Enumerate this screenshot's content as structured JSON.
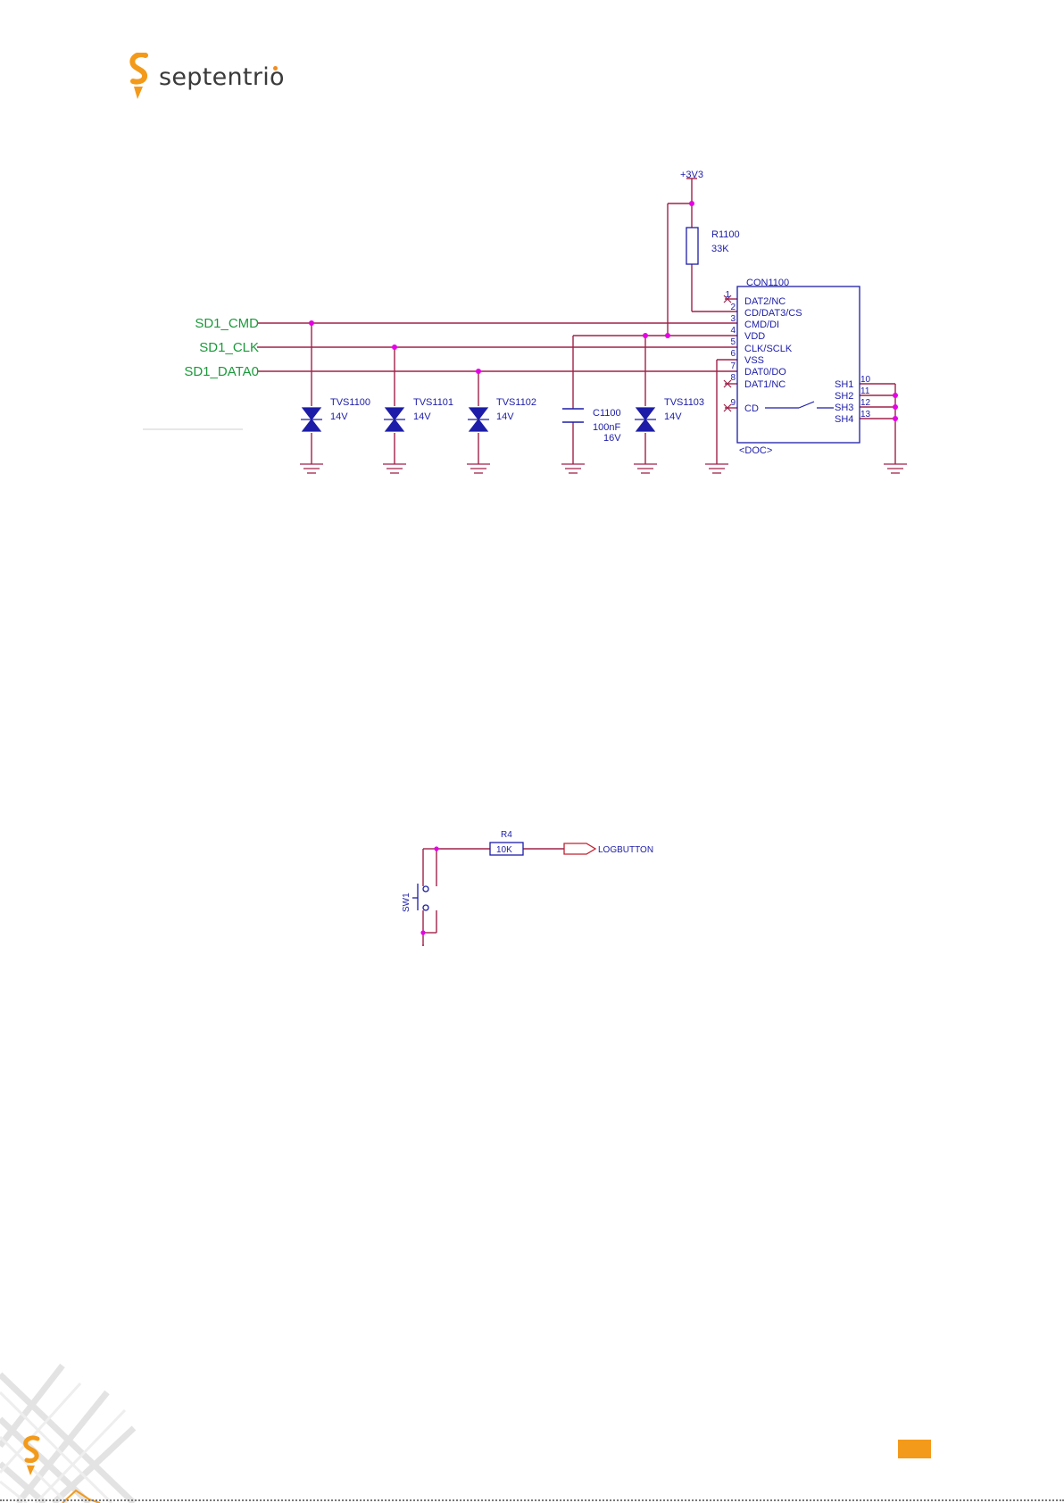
{
  "header": {
    "logo_text": "septentrio"
  },
  "sd_schematic": {
    "net_labels": {
      "cmd": "SD1_CMD",
      "clk": "SD1_CLK",
      "data0": "SD1_DATA0"
    },
    "supply": "+3V3",
    "resistor": {
      "ref": "R1100",
      "value": "33K"
    },
    "tvs": [
      {
        "ref": "TVS1100",
        "value": "14V"
      },
      {
        "ref": "TVS1101",
        "value": "14V"
      },
      {
        "ref": "TVS1102",
        "value": "14V"
      },
      {
        "ref": "TVS1103",
        "value": "14V"
      }
    ],
    "capacitor": {
      "ref": "C1100",
      "value": "100nF",
      "voltage": "16V"
    },
    "connector": {
      "ref": "CON1100",
      "doc": "<DOC>",
      "pins": [
        {
          "num": "1",
          "name": "DAT2/NC"
        },
        {
          "num": "2",
          "name": "CD/DAT3/CS"
        },
        {
          "num": "3",
          "name": "CMD/DI"
        },
        {
          "num": "4",
          "name": "VDD"
        },
        {
          "num": "5",
          "name": "CLK/SCLK"
        },
        {
          "num": "6",
          "name": "VSS"
        },
        {
          "num": "7",
          "name": "DAT0/DO"
        },
        {
          "num": "8",
          "name": "DAT1/NC"
        },
        {
          "num": "9",
          "name": "CD"
        }
      ],
      "shield_pins": [
        {
          "num": "10",
          "name": "SH1"
        },
        {
          "num": "11",
          "name": "SH2"
        },
        {
          "num": "12",
          "name": "SH3"
        },
        {
          "num": "13",
          "name": "SH4"
        }
      ]
    }
  },
  "button_schematic": {
    "resistor": {
      "ref": "R4",
      "value": "10K"
    },
    "switch": {
      "ref": "SW1"
    },
    "port": "LOGBUTTON"
  },
  "colors": {
    "wire": "#a0224a",
    "component": "#1c1ca8",
    "junction": "#e600e6",
    "net_label": "#1a9a3a",
    "accent": "#f39a1a",
    "ground": "#a0224a"
  }
}
